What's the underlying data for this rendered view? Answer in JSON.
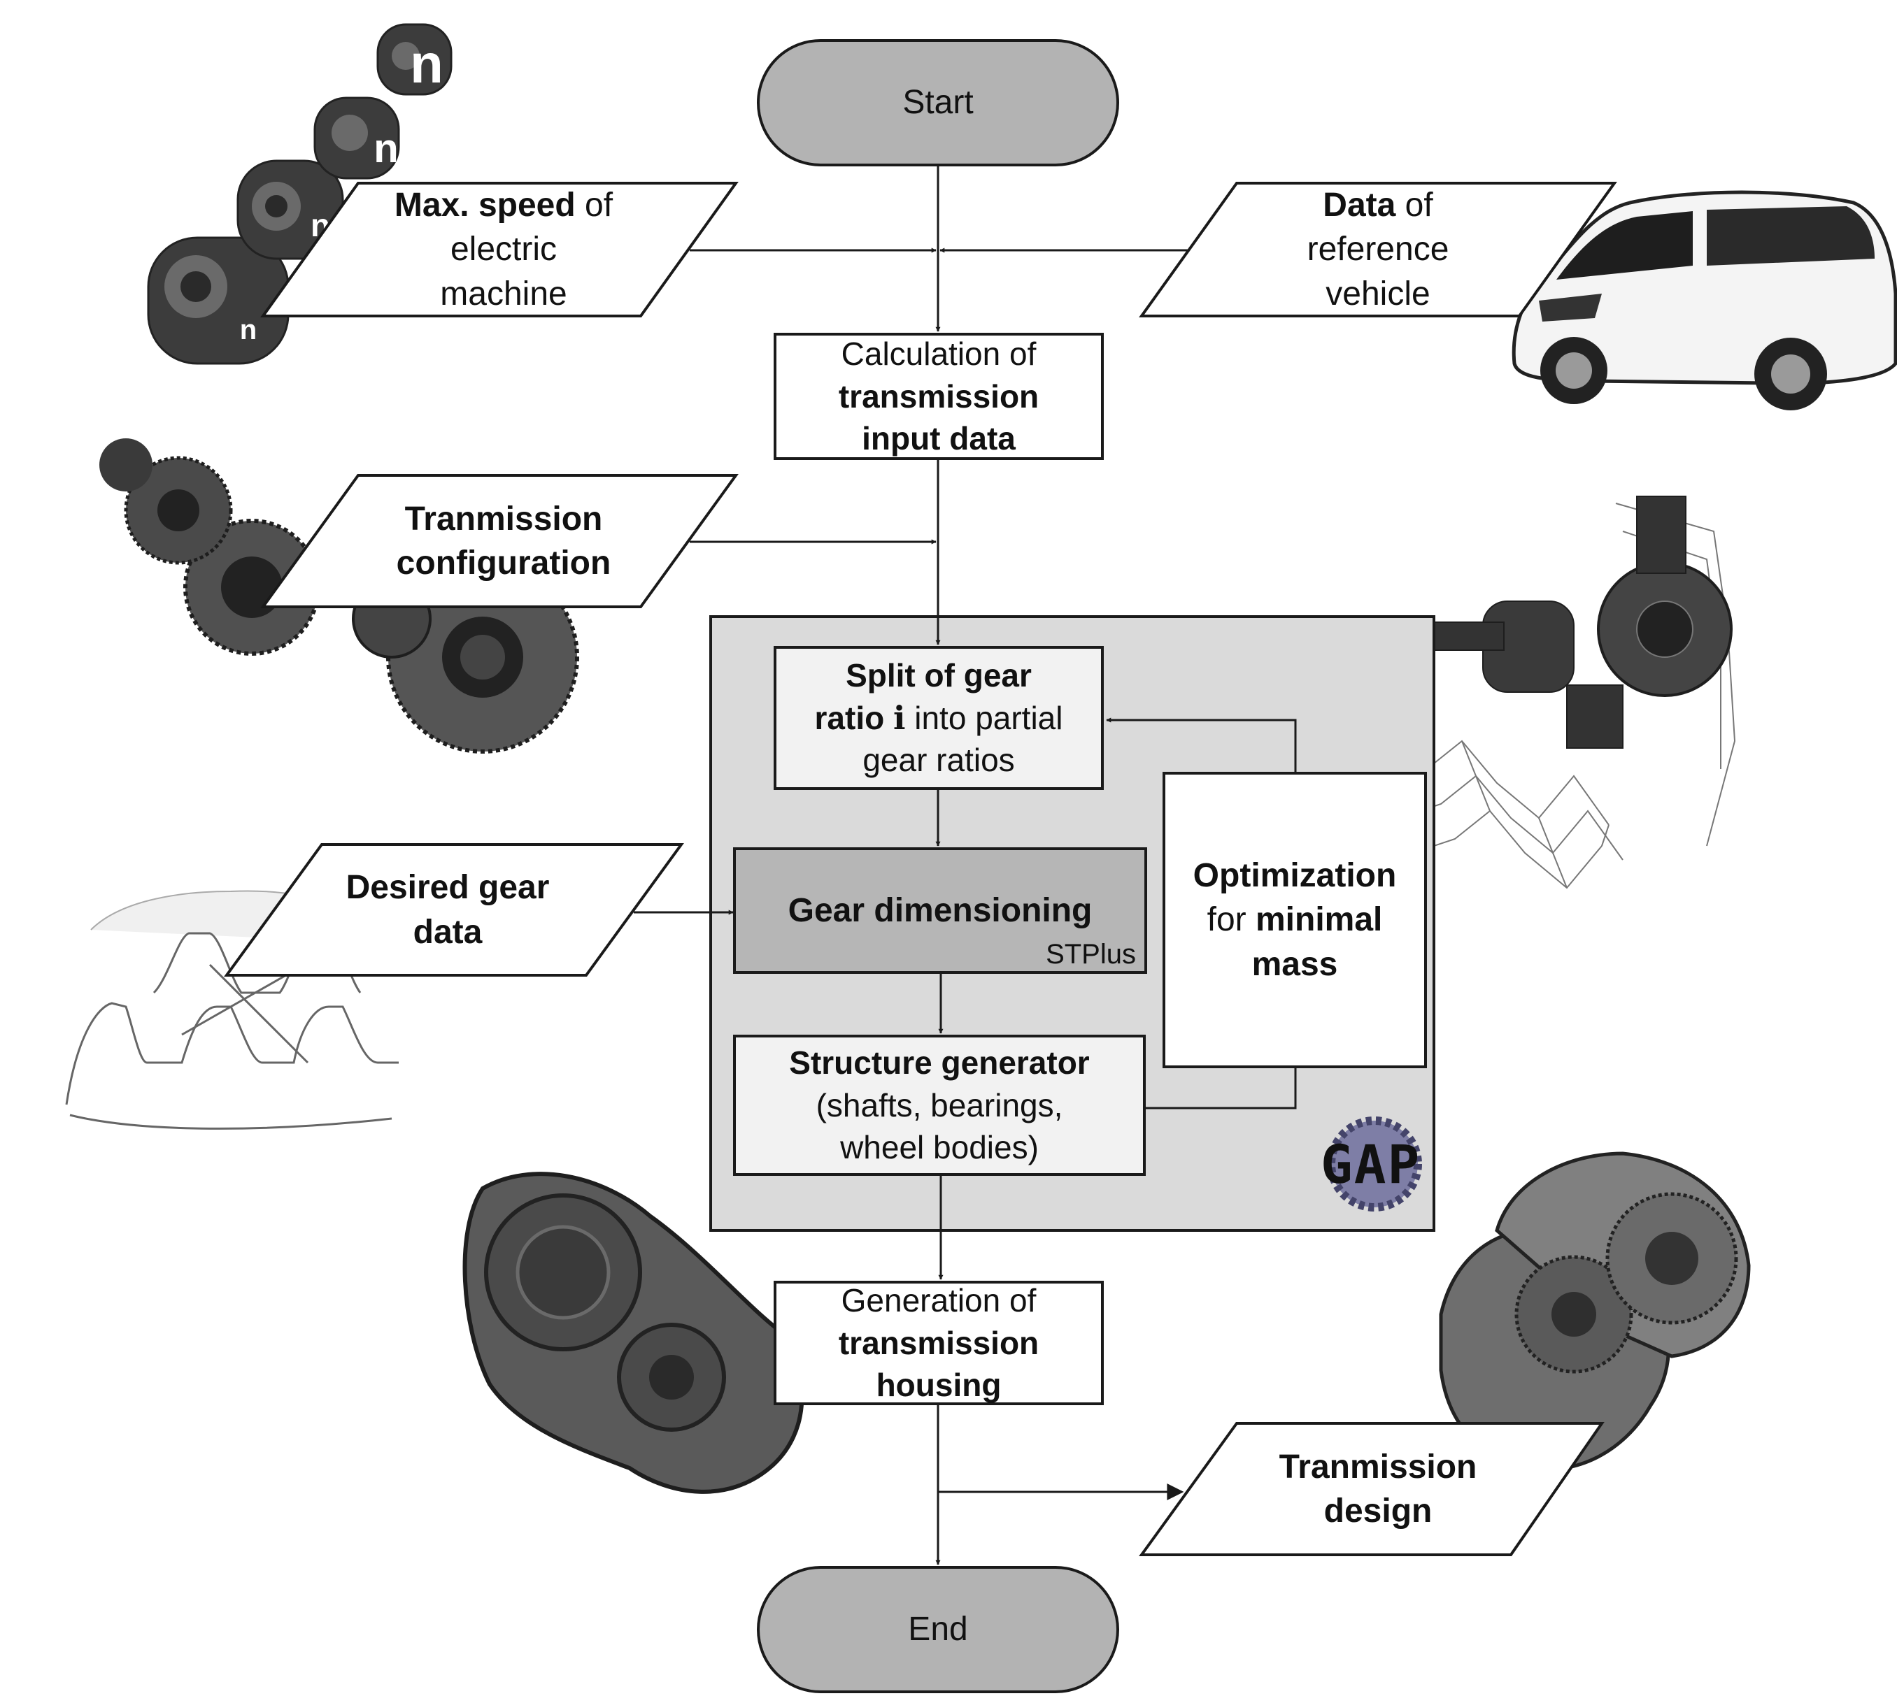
{
  "nodes": {
    "start": {
      "label": "Start"
    },
    "max_speed": {
      "bold": "Max. speed",
      "rest": " of",
      "line2": "electric",
      "line3": "machine"
    },
    "reference_vehicle": {
      "bold": "Data",
      "rest": " of",
      "line2": "reference",
      "line3": "vehicle"
    },
    "calc_input": {
      "line1": "Calculation of",
      "line2": "transmission",
      "line3": "input data"
    },
    "tx_config": {
      "line1": "Tranmission",
      "line2": "configuration"
    },
    "split_ratio": {
      "line1": "Split of gear",
      "bold2": "ratio ",
      "symbol": "i",
      "rest2": " into partial",
      "line3": "gear ratios"
    },
    "desired_gear_data": {
      "line1": "Desired gear",
      "line2": "data"
    },
    "gear_dimensioning": {
      "label": "Gear dimensioning",
      "tool": "STPlus"
    },
    "optimization": {
      "line1": "Optimization",
      "pre2": "for ",
      "bold2": "minimal",
      "line3": "mass"
    },
    "structure_generator": {
      "line1": "Structure generator",
      "line2": "(shafts, bearings,",
      "line3": "wheel bodies)"
    },
    "housing": {
      "line1": "Generation of",
      "line2": "transmission",
      "line3": "housing"
    },
    "tx_design": {
      "line1": "Tranmission",
      "line2": "design"
    },
    "end": {
      "label": "End"
    }
  },
  "motor_labels": [
    "n",
    "n",
    "n",
    "n"
  ],
  "logo_text": "GAP",
  "icons": [
    "electric-motor-icon",
    "car-icon",
    "gearset-icon",
    "kinematic-model-icon",
    "gear-tooth-profile-icon",
    "housing-icon",
    "transmission-assembly-icon"
  ],
  "colors": {
    "stroke": "#1a1a1a",
    "terminal": "#b3b3b3",
    "module_bg": "#dadada",
    "dimensioning": "#b6b6b6",
    "light_box": "#f2f2f2"
  }
}
